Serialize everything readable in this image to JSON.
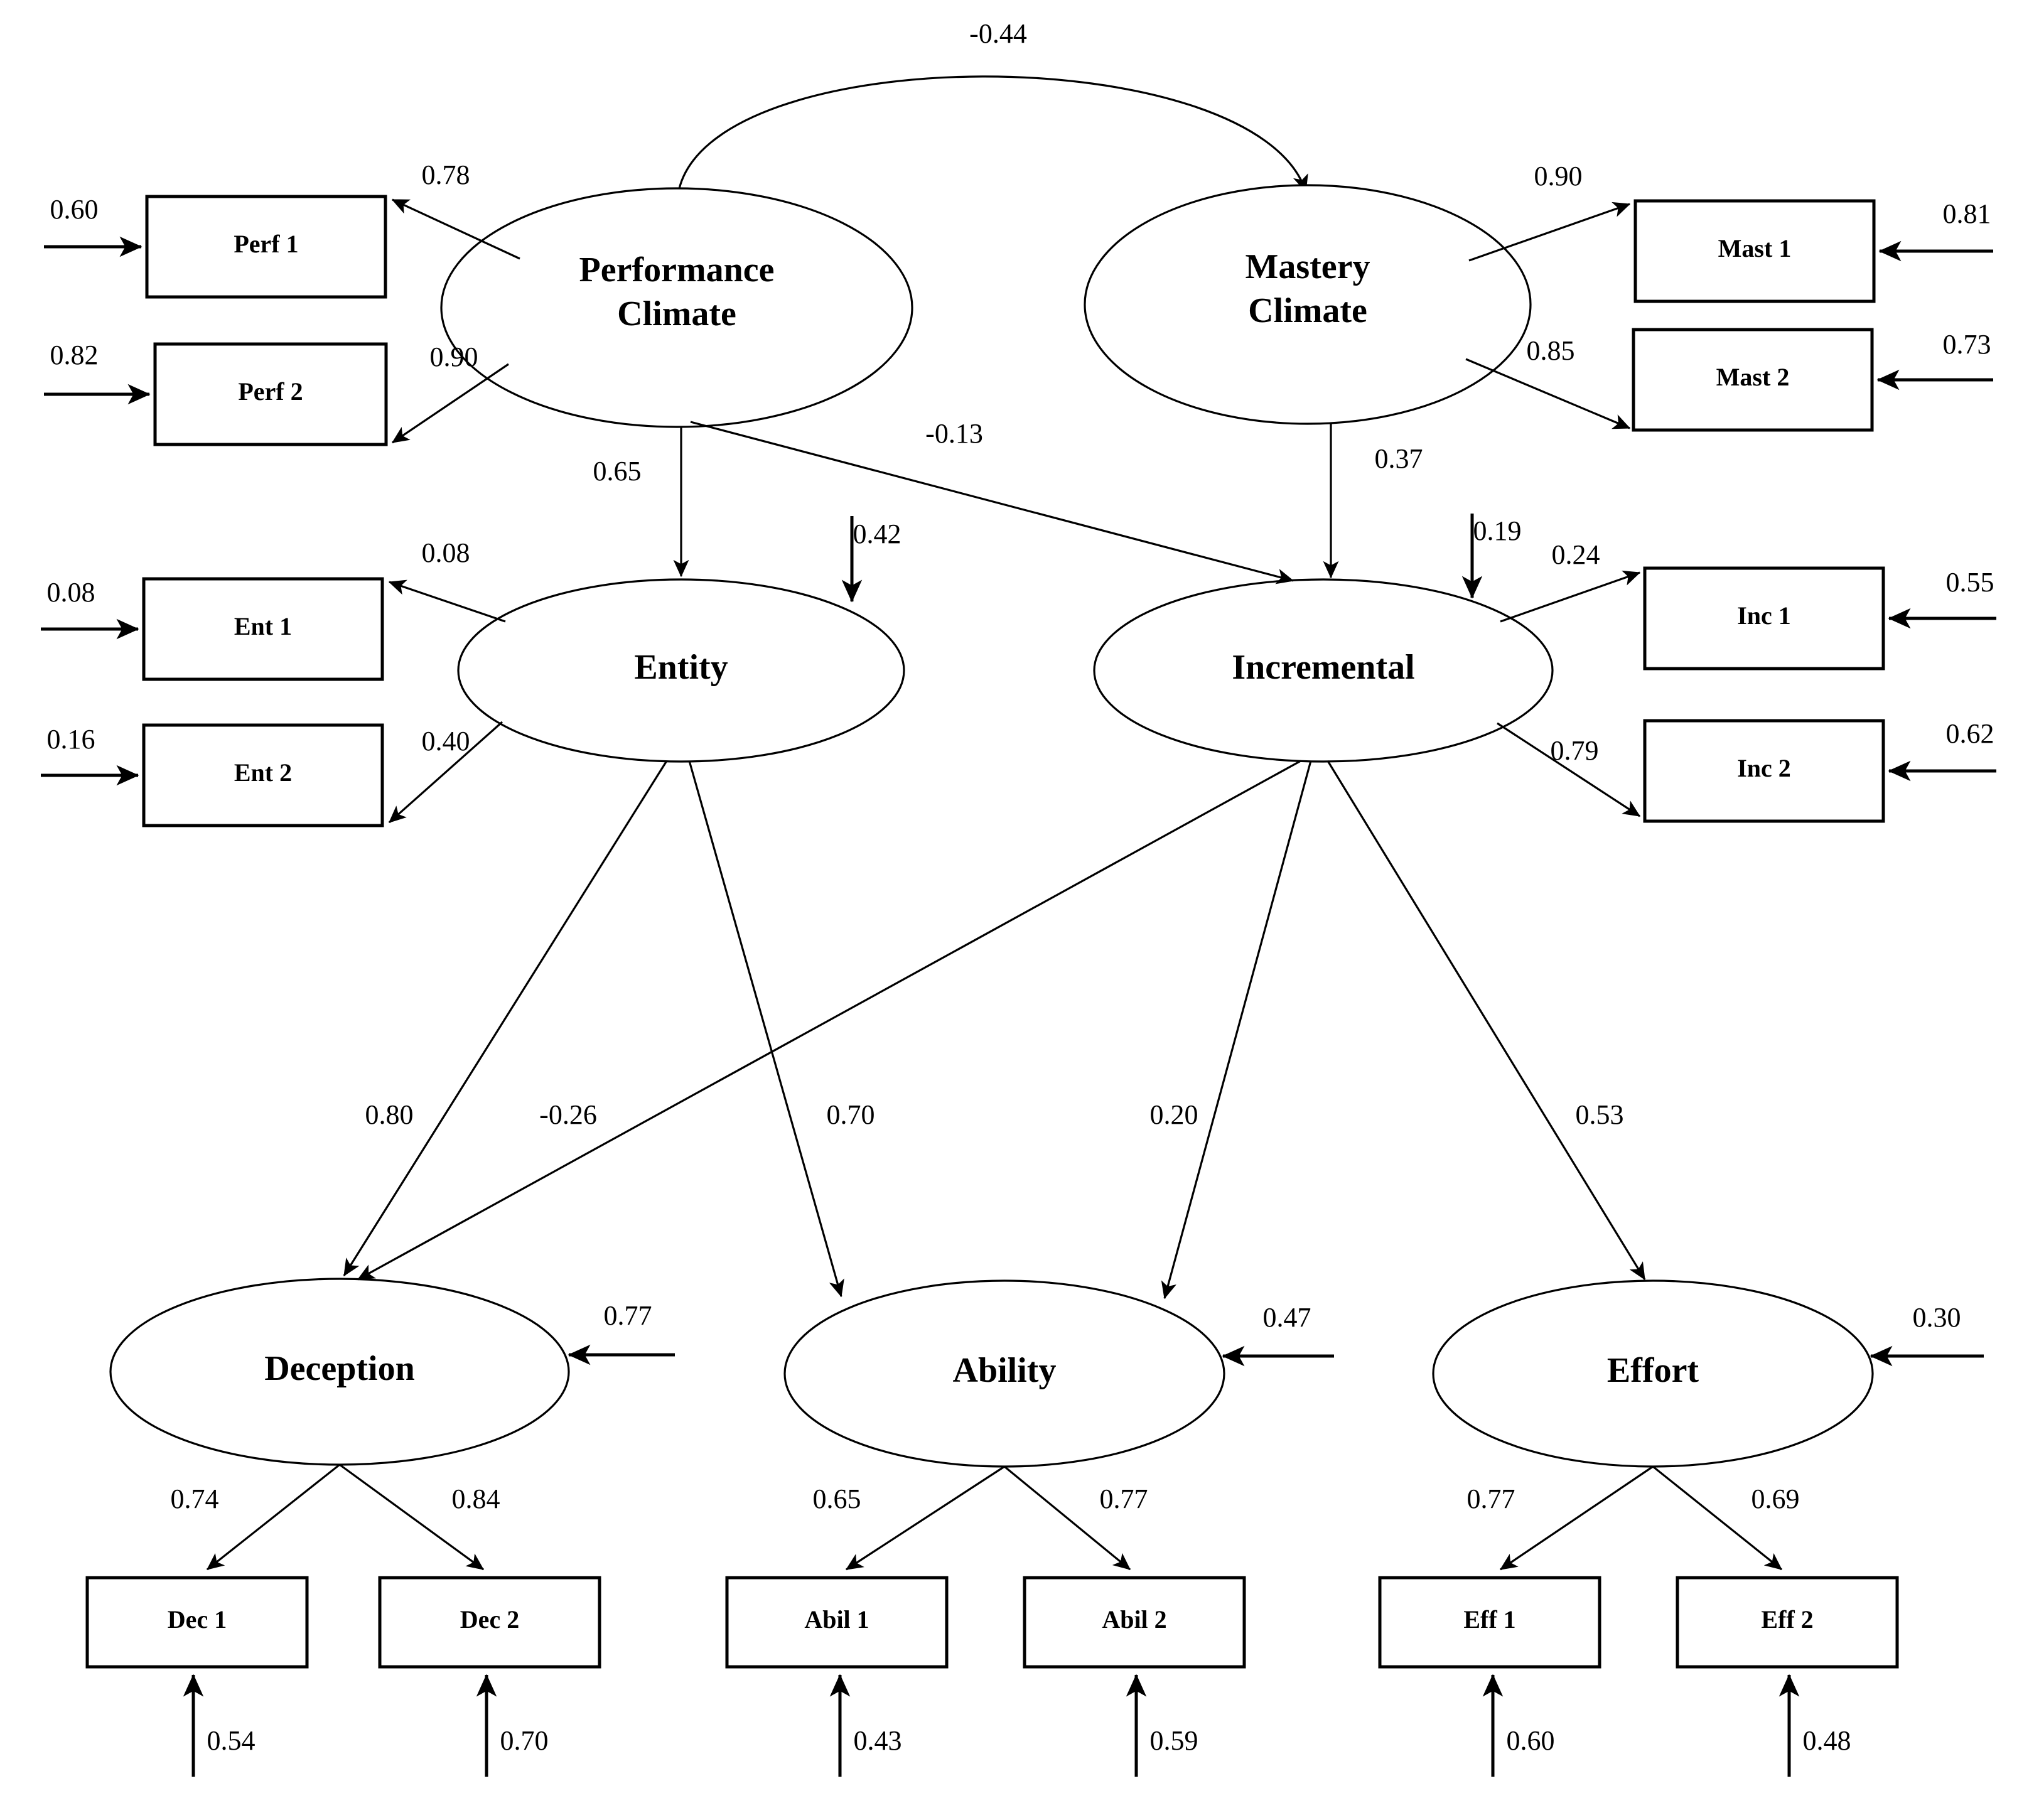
{
  "diagram": {
    "title": "Structural Equation Model Path Diagram",
    "type": "sem-path-diagram",
    "line_color": "#000000",
    "fill_color": "#ffffff",
    "text_color": "#000000"
  },
  "latents": {
    "performance_climate": "Performance",
    "performance_climate_2": "Climate",
    "mastery_climate": "Mastery",
    "mastery_climate_2": "Climate",
    "entity": "Entity",
    "incremental": "Incremental",
    "deception": "Deception",
    "ability": "Ability",
    "effort": "Effort"
  },
  "observed": {
    "perf1": "Perf 1",
    "perf2": "Perf 2",
    "mast1": "Mast 1",
    "mast2": "Mast 2",
    "ent1": "Ent 1",
    "ent2": "Ent 2",
    "inc1": "Inc 1",
    "inc2": "Inc 2",
    "dec1": "Dec 1",
    "dec2": "Dec 2",
    "abil1": "Abil 1",
    "abil2": "Abil 2",
    "eff1": "Eff 1",
    "eff2": "Eff 2"
  },
  "coefficients": {
    "covariance_perf_mast": "-0.44",
    "perf_to_perf1": "0.78",
    "perf_to_perf2": "0.90",
    "mast_to_mast1": "0.90",
    "mast_to_mast2": "0.85",
    "perf_to_entity": "0.65",
    "perf_to_incremental": "-0.13",
    "mast_to_incremental": "0.37",
    "entity_disturbance": "0.42",
    "incremental_disturbance": "0.19",
    "entity_to_ent1": "0.08",
    "entity_to_ent2": "0.40",
    "incremental_to_inc1": "0.24",
    "incremental_to_inc2": "0.79",
    "entity_to_deception": "0.80",
    "incremental_to_deception": "-0.26",
    "entity_to_ability": "0.70",
    "incremental_to_ability": "0.20",
    "incremental_to_effort": "0.53",
    "deception_disturbance": "0.77",
    "ability_disturbance": "0.47",
    "effort_disturbance": "0.30",
    "deception_to_dec1": "0.74",
    "deception_to_dec2": "0.84",
    "ability_to_abil1": "0.65",
    "ability_to_abil2": "0.77",
    "effort_to_eff1": "0.77",
    "effort_to_eff2": "0.69",
    "err_perf1": "0.60",
    "err_perf2": "0.82",
    "err_mast1": "0.81",
    "err_mast2": "0.73",
    "err_ent1": "0.08",
    "err_ent2": "0.16",
    "err_inc1": "0.55",
    "err_inc2": "0.62",
    "err_dec1": "0.54",
    "err_dec2": "0.70",
    "err_abil1": "0.43",
    "err_abil2": "0.59",
    "err_eff1": "0.60",
    "err_eff2": "0.48"
  },
  "chart_data": {
    "type": "diagram",
    "title": "Structural Equation Model: Motivational Climate, Implicit Beliefs, and Outcomes",
    "nodes": [
      {
        "id": "performance_climate",
        "label": "Performance Climate",
        "shape": "ellipse",
        "kind": "latent"
      },
      {
        "id": "mastery_climate",
        "label": "Mastery Climate",
        "shape": "ellipse",
        "kind": "latent"
      },
      {
        "id": "entity",
        "label": "Entity",
        "shape": "ellipse",
        "kind": "latent"
      },
      {
        "id": "incremental",
        "label": "Incremental",
        "shape": "ellipse",
        "kind": "latent"
      },
      {
        "id": "deception",
        "label": "Deception",
        "shape": "ellipse",
        "kind": "latent"
      },
      {
        "id": "ability",
        "label": "Ability",
        "shape": "ellipse",
        "kind": "latent"
      },
      {
        "id": "effort",
        "label": "Effort",
        "shape": "ellipse",
        "kind": "latent"
      },
      {
        "id": "perf1",
        "label": "Perf 1",
        "shape": "rect",
        "kind": "observed"
      },
      {
        "id": "perf2",
        "label": "Perf 2",
        "shape": "rect",
        "kind": "observed"
      },
      {
        "id": "mast1",
        "label": "Mast 1",
        "shape": "rect",
        "kind": "observed"
      },
      {
        "id": "mast2",
        "label": "Mast 2",
        "shape": "rect",
        "kind": "observed"
      },
      {
        "id": "ent1",
        "label": "Ent 1",
        "shape": "rect",
        "kind": "observed"
      },
      {
        "id": "ent2",
        "label": "Ent 2",
        "shape": "rect",
        "kind": "observed"
      },
      {
        "id": "inc1",
        "label": "Inc 1",
        "shape": "rect",
        "kind": "observed"
      },
      {
        "id": "inc2",
        "label": "Inc 2",
        "shape": "rect",
        "kind": "observed"
      },
      {
        "id": "dec1",
        "label": "Dec 1",
        "shape": "rect",
        "kind": "observed"
      },
      {
        "id": "dec2",
        "label": "Dec 2",
        "shape": "rect",
        "kind": "observed"
      },
      {
        "id": "abil1",
        "label": "Abil 1",
        "shape": "rect",
        "kind": "observed"
      },
      {
        "id": "abil2",
        "label": "Abil 2",
        "shape": "rect",
        "kind": "observed"
      },
      {
        "id": "eff1",
        "label": "Eff 1",
        "shape": "rect",
        "kind": "observed"
      },
      {
        "id": "eff2",
        "label": "Eff 2",
        "shape": "rect",
        "kind": "observed"
      }
    ],
    "edges": [
      {
        "from": "performance_climate",
        "to": "mastery_climate",
        "value": -0.44,
        "type": "covariance"
      },
      {
        "from": "performance_climate",
        "to": "perf1",
        "value": 0.78,
        "type": "loading"
      },
      {
        "from": "performance_climate",
        "to": "perf2",
        "value": 0.9,
        "type": "loading"
      },
      {
        "from": "mastery_climate",
        "to": "mast1",
        "value": 0.9,
        "type": "loading"
      },
      {
        "from": "mastery_climate",
        "to": "mast2",
        "value": 0.85,
        "type": "loading"
      },
      {
        "from": "performance_climate",
        "to": "entity",
        "value": 0.65,
        "type": "structural"
      },
      {
        "from": "performance_climate",
        "to": "incremental",
        "value": -0.13,
        "type": "structural"
      },
      {
        "from": "mastery_climate",
        "to": "incremental",
        "value": 0.37,
        "type": "structural"
      },
      {
        "from": "entity",
        "to": "ent1",
        "value": 0.08,
        "type": "loading"
      },
      {
        "from": "entity",
        "to": "ent2",
        "value": 0.4,
        "type": "loading"
      },
      {
        "from": "incremental",
        "to": "inc1",
        "value": 0.24,
        "type": "loading"
      },
      {
        "from": "incremental",
        "to": "inc2",
        "value": 0.79,
        "type": "loading"
      },
      {
        "from": "entity",
        "to": "deception",
        "value": 0.8,
        "type": "structural"
      },
      {
        "from": "incremental",
        "to": "deception",
        "value": -0.26,
        "type": "structural"
      },
      {
        "from": "entity",
        "to": "ability",
        "value": 0.7,
        "type": "structural"
      },
      {
        "from": "incremental",
        "to": "ability",
        "value": 0.2,
        "type": "structural"
      },
      {
        "from": "incremental",
        "to": "effort",
        "value": 0.53,
        "type": "structural"
      },
      {
        "from": "deception",
        "to": "dec1",
        "value": 0.74,
        "type": "loading"
      },
      {
        "from": "deception",
        "to": "dec2",
        "value": 0.84,
        "type": "loading"
      },
      {
        "from": "ability",
        "to": "abil1",
        "value": 0.65,
        "type": "loading"
      },
      {
        "from": "ability",
        "to": "abil2",
        "value": 0.77,
        "type": "loading"
      },
      {
        "from": "effort",
        "to": "eff1",
        "value": 0.77,
        "type": "loading"
      },
      {
        "from": "effort",
        "to": "eff2",
        "value": 0.69,
        "type": "loading"
      }
    ],
    "residuals": [
      {
        "target": "perf1",
        "value": 0.6
      },
      {
        "target": "perf2",
        "value": 0.82
      },
      {
        "target": "mast1",
        "value": 0.81
      },
      {
        "target": "mast2",
        "value": 0.73
      },
      {
        "target": "ent1",
        "value": 0.08
      },
      {
        "target": "ent2",
        "value": 0.16
      },
      {
        "target": "inc1",
        "value": 0.55
      },
      {
        "target": "inc2",
        "value": 0.62
      },
      {
        "target": "entity",
        "value": 0.42
      },
      {
        "target": "incremental",
        "value": 0.19
      },
      {
        "target": "deception",
        "value": 0.77
      },
      {
        "target": "ability",
        "value": 0.47
      },
      {
        "target": "effort",
        "value": 0.3
      },
      {
        "target": "dec1",
        "value": 0.54
      },
      {
        "target": "dec2",
        "value": 0.7
      },
      {
        "target": "abil1",
        "value": 0.43
      },
      {
        "target": "abil2",
        "value": 0.59
      },
      {
        "target": "eff1",
        "value": 0.6
      },
      {
        "target": "eff2",
        "value": 0.48
      }
    ]
  }
}
